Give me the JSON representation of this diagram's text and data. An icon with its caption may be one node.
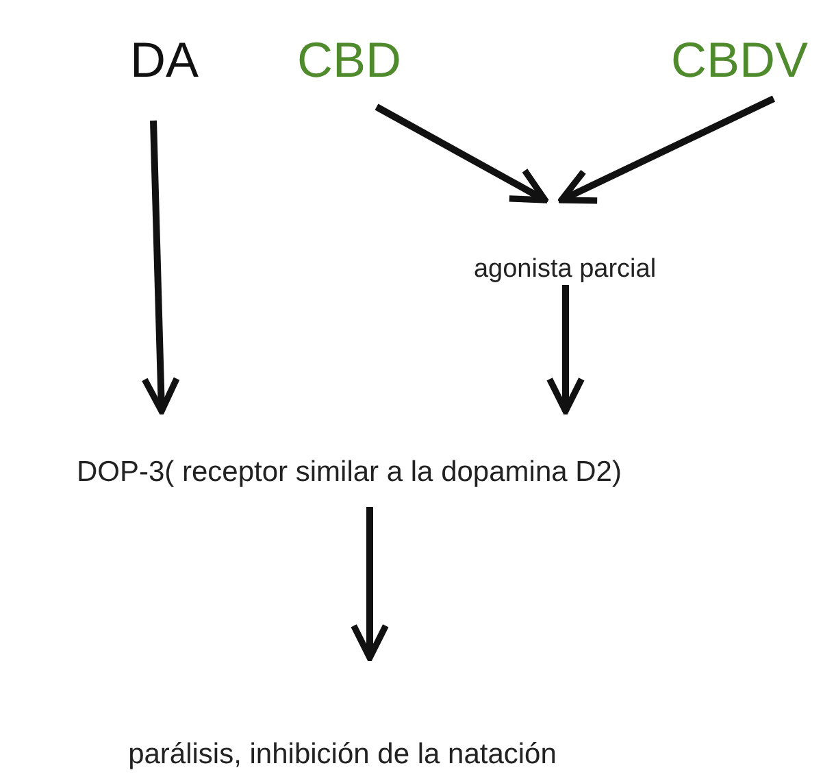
{
  "diagram": {
    "nodes": [
      {
        "text": [
          "DA"
        ]
      },
      {
        "text": [
          "CBD"
        ]
      },
      {
        "text": [
          "CBDV"
        ]
      },
      {
        "text": [
          "agonista parcial"
        ]
      },
      {
        "text": [
          "DOP-3( receptor similar a la dopamina D2)"
        ]
      },
      {
        "text": [
          "parálisis, inhibición de la natación"
        ]
      }
    ],
    "edges": [
      {
        "from": 0,
        "to": 4,
        "arrow": "to"
      },
      {
        "from": 1,
        "to": 3,
        "arrow": "to"
      },
      {
        "from": 2,
        "to": 3,
        "arrow": "to"
      },
      {
        "from": 3,
        "to": 4,
        "arrow": "to"
      },
      {
        "from": 4,
        "to": 5,
        "arrow": "to"
      }
    ]
  }
}
